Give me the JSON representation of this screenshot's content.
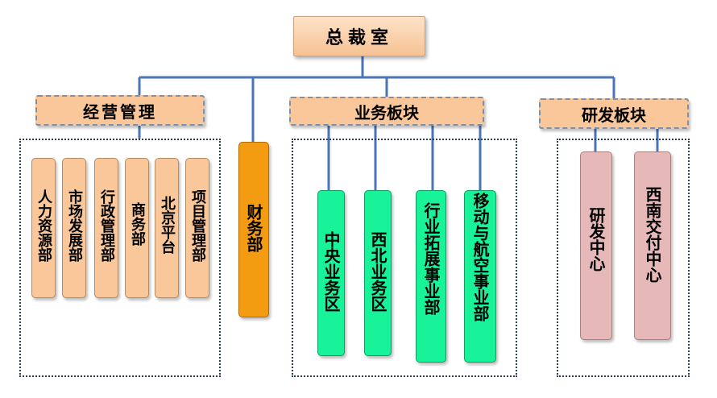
{
  "top": {
    "label": "总裁室"
  },
  "divisions": {
    "management": {
      "label": "经营管理",
      "units": [
        "人力资源部",
        "市场发展部",
        "行政管理部",
        "商务部",
        "北京平台",
        "项目管理部"
      ]
    },
    "finance": {
      "label": "财务部"
    },
    "business": {
      "label": "业务板块",
      "units": [
        "中央业务区",
        "西北业务区",
        "行业拓展事业部",
        "移动与航空事业部"
      ]
    },
    "rnd": {
      "label": "研发板块",
      "units": [
        "研发中心",
        "西南交付中心"
      ]
    }
  },
  "colors": {
    "header": "#f9c79a",
    "management_units": "#f9c79a",
    "finance": "#f39c12",
    "business_units": "#18f39a",
    "rnd_units": "#e6b8b8",
    "connector": "#4a74b8"
  }
}
